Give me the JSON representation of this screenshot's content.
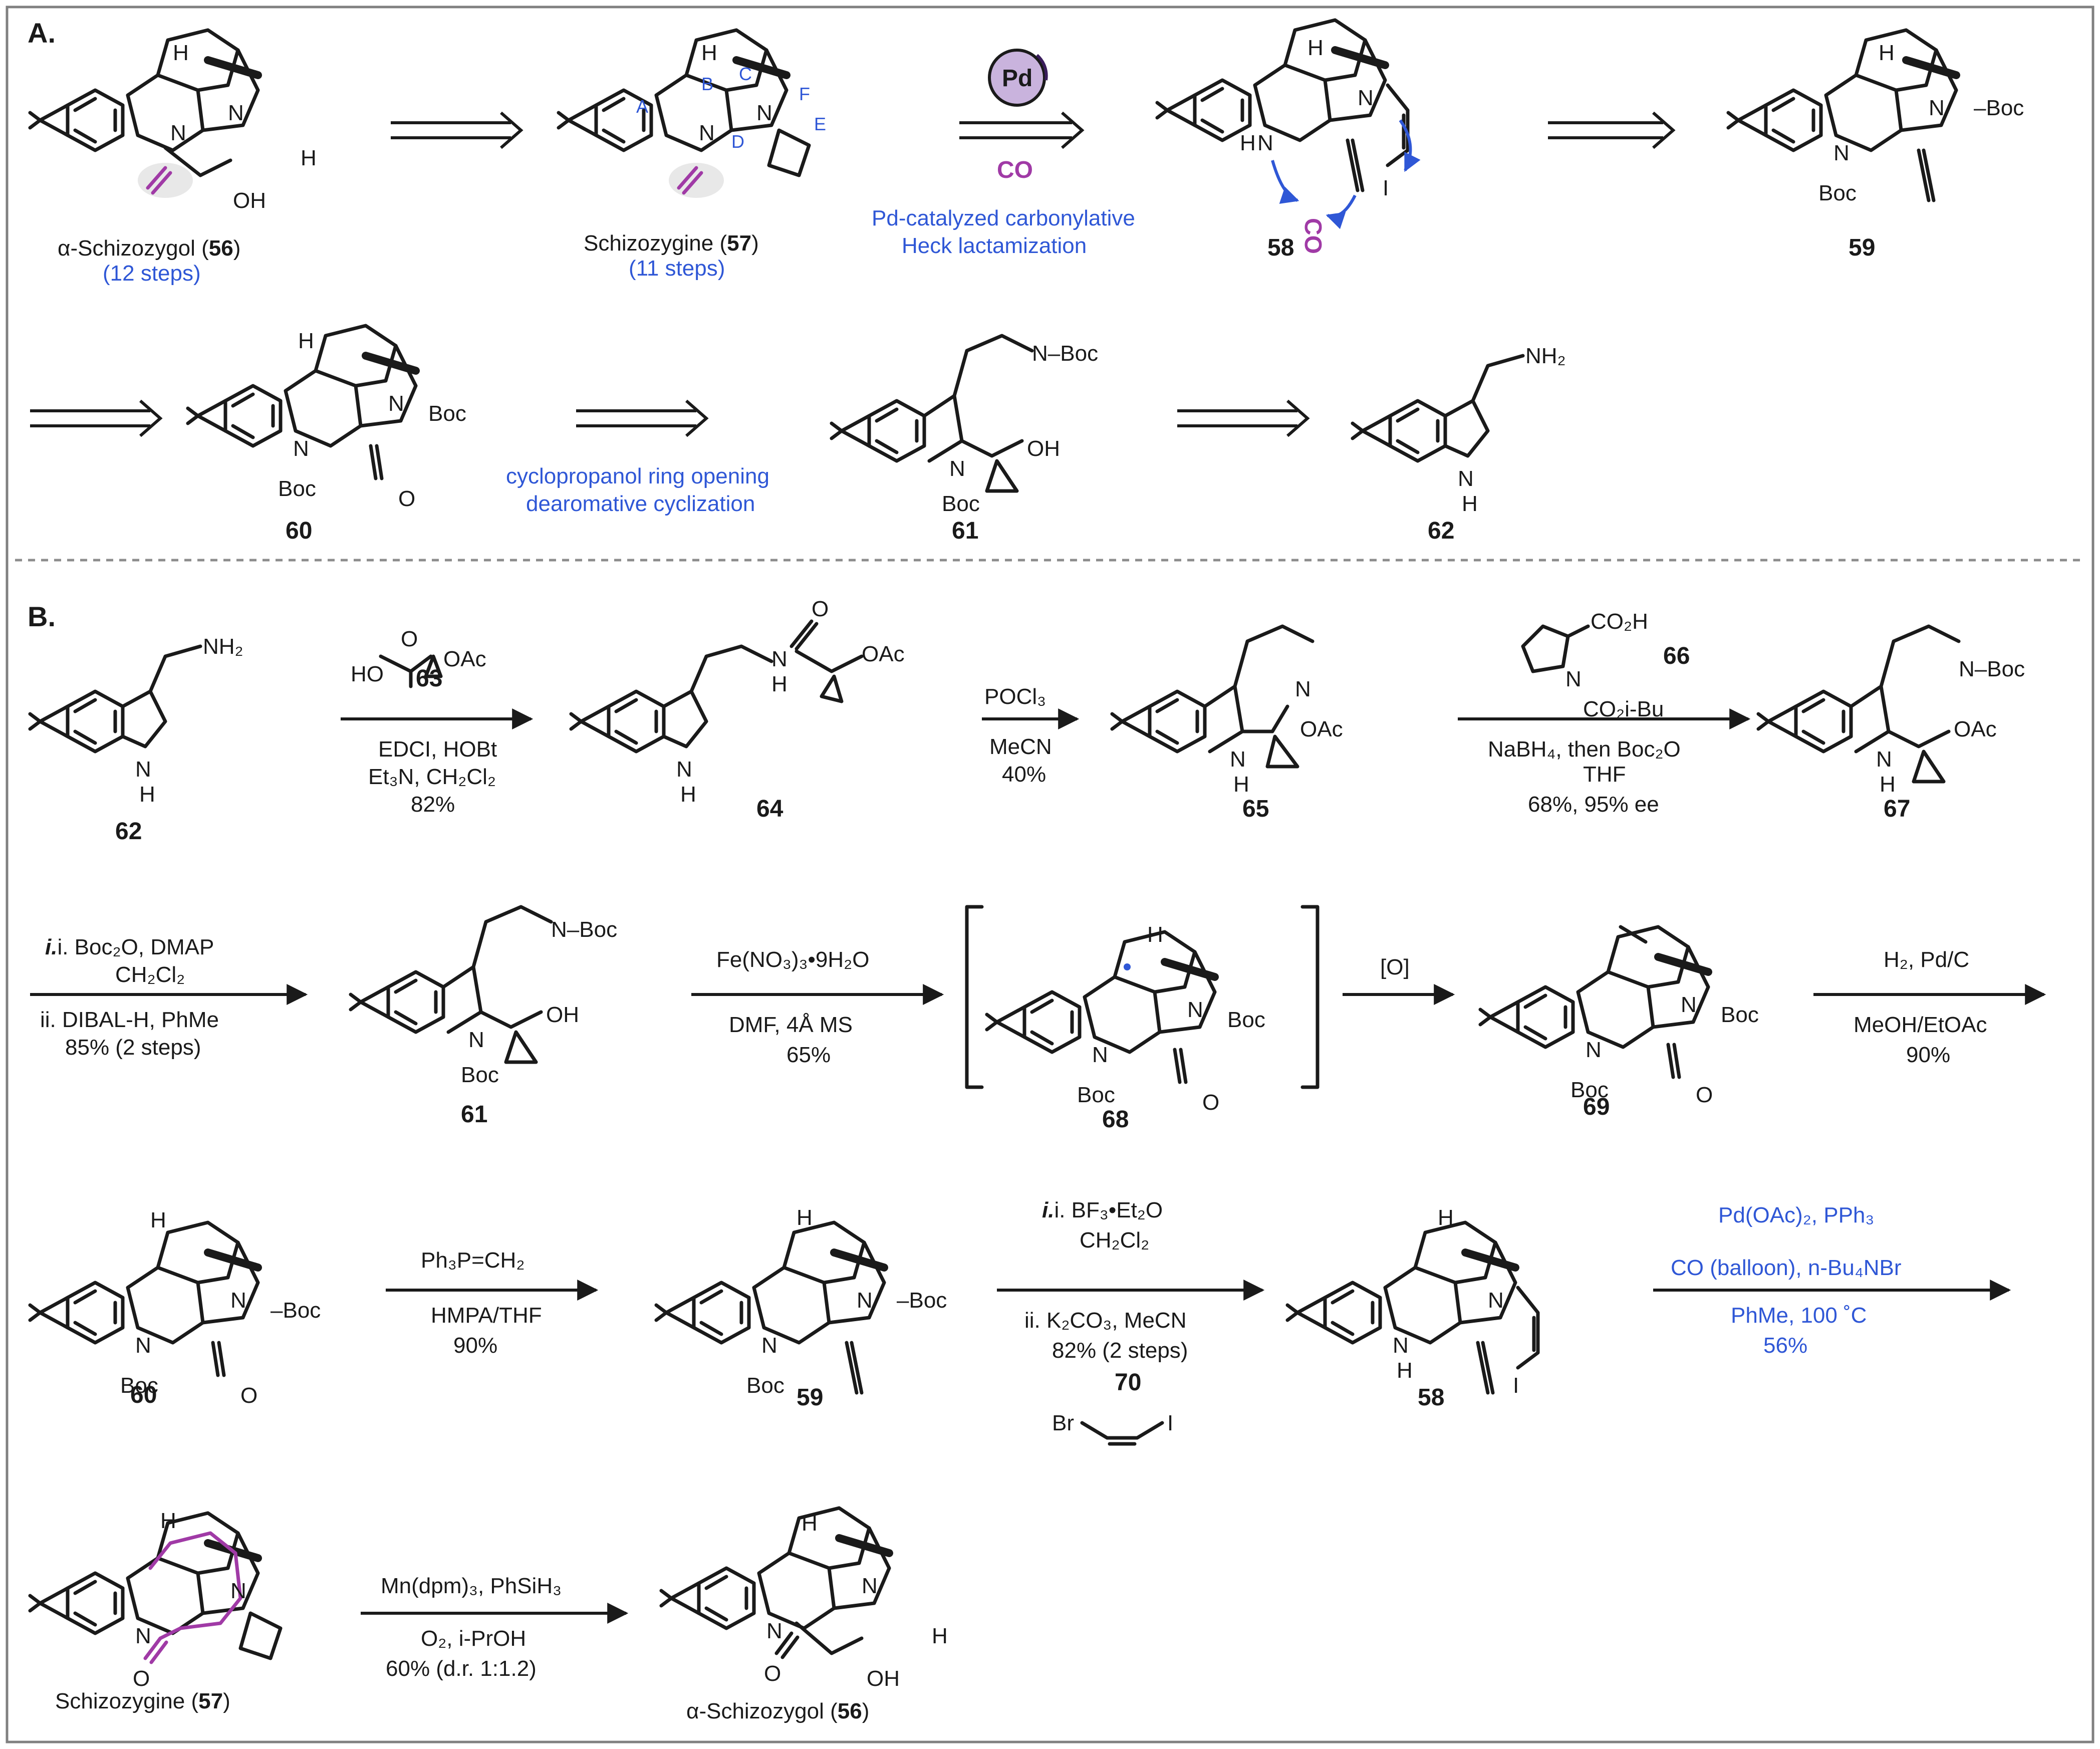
{
  "panels": {
    "a": "A.",
    "b": "B."
  },
  "compounds": {
    "c56_name": "α-Schizozygol (",
    "c56_num": "56",
    "c56_close": ")",
    "c56_steps": "(12 steps)",
    "c57_name": "Schizozygine (",
    "c57_num": "57",
    "c57_close": ")",
    "c57_steps": "(11 steps)",
    "c58": "58",
    "c59": "59",
    "c60": "60",
    "c61": "61",
    "c62": "62",
    "c63": "63",
    "c64": "64",
    "c65": "65",
    "c66": "66",
    "c67": "67",
    "c68": "68",
    "c69": "69",
    "c70": "70"
  },
  "ring_labels": [
    "A",
    "B",
    "C",
    "D",
    "E",
    "F"
  ],
  "retro": {
    "pd": "Pd",
    "co": "CO",
    "heck_line1": "Pd-catalyzed carbonylative",
    "heck_line2": "Heck lactamization",
    "cyclo_line1": "cyclopropanol ring opening",
    "cyclo_line2": "dearomative cyclization"
  },
  "atoms": {
    "H": "H",
    "N": "N",
    "O": "O",
    "OH": "OH",
    "Boc": "Boc",
    "NH2": "NH₂",
    "NBoc": "N–Boc",
    "NH": "N",
    "OAc": "OAc",
    "I": "I",
    "Br": "Br",
    "HO": "HO",
    "CO2H": "CO₂H",
    "CO2iBu": "CO₂i-Bu",
    "CO": "CO"
  },
  "conditions": {
    "s1_a": "EDCI, HOBt",
    "s1_b": "Et₃N, CH₂Cl₂",
    "s1_c": "82%",
    "s2_a": "POCl₃",
    "s2_b": "MeCN",
    "s2_c": "40%",
    "s3_a": "NaBH₄, then Boc₂O",
    "s3_b": "THF",
    "s3_c": "68%, 95% ee",
    "s4_a": "i. Boc₂O, DMAP",
    "s4_b": "CH₂Cl₂",
    "s4_c": "ii. DIBAL-H, PhMe",
    "s4_d": "85% (2 steps)",
    "s5_a": "Fe(NO₃)₃•9H₂O",
    "s5_b": "DMF, 4Å MS",
    "s5_c": "65%",
    "s6_a": "[O]",
    "s7_a": "H₂, Pd/C",
    "s7_b": "MeOH/EtOAc",
    "s7_c": "90%",
    "s8_a": "Ph₃P=CH₂",
    "s8_b": "HMPA/THF",
    "s8_c": "90%",
    "s9_a": "i. BF₃•Et₂O",
    "s9_b": "CH₂Cl₂",
    "s9_c": "ii. K₂CO₃, MeCN",
    "s9_d": "82% (2 steps)",
    "s10_a": "Pd(OAc)₂, PPh₃",
    "s10_b": "CO (balloon), n-Bu₄NBr",
    "s10_c": "PhMe, 100 ˚C",
    "s10_d": "56%",
    "s11_a": "Mn(dpm)₃, PhSiH₃",
    "s11_b": "O₂, i-PrOH",
    "s11_c": "60% (d.r. 1:1.2)"
  },
  "colors": {
    "blue": "#2f57d6",
    "magenta": "#a03aa6",
    "pd_fill": "#c9b3dd",
    "frame": "#808080"
  }
}
